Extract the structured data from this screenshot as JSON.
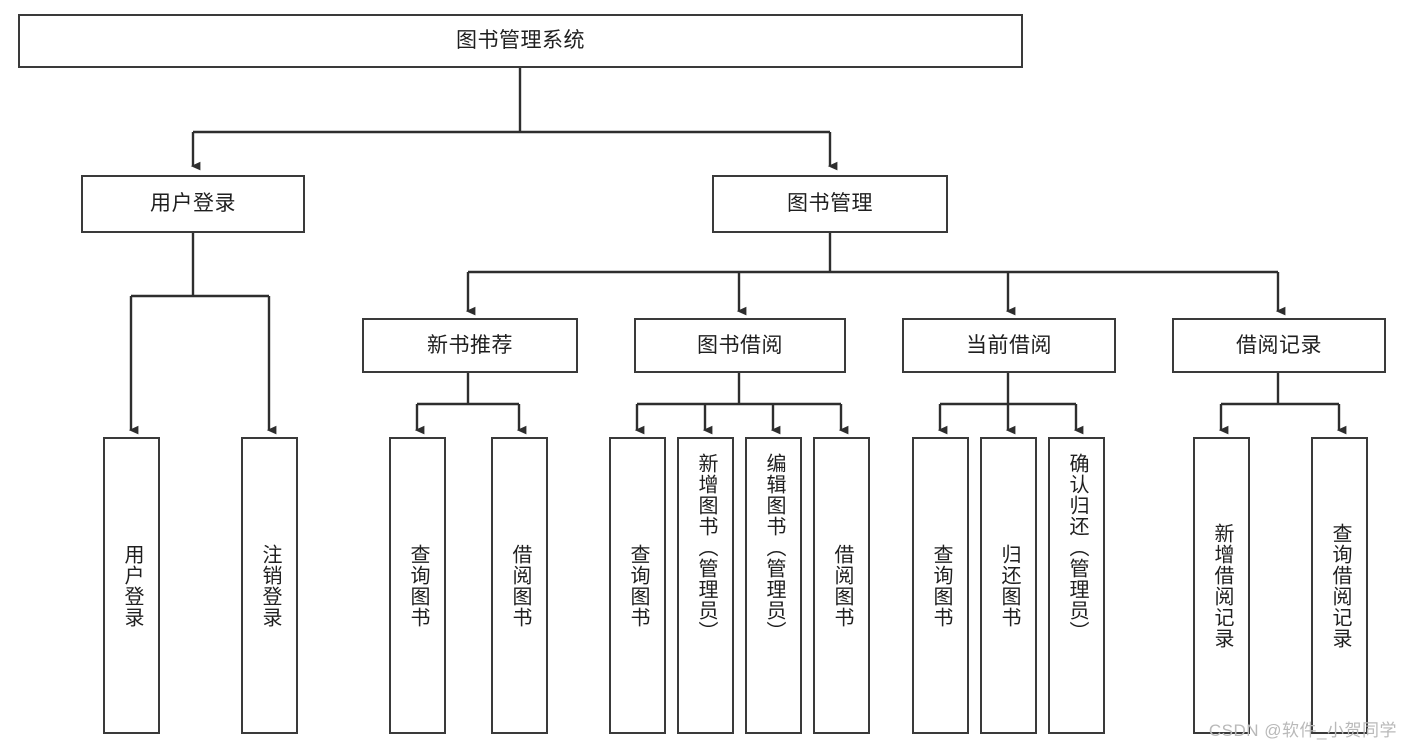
{
  "diagram": {
    "title": "图书管理系统",
    "type": "hierarchy-tree",
    "background_color": "#ffffff",
    "border_color": "#3a3a3a",
    "text_color": "#1f1f1f"
  },
  "root": {
    "label": "图书管理系统"
  },
  "level2": [
    {
      "label": "用户登录"
    },
    {
      "label": "图书管理"
    }
  ],
  "level3": [
    {
      "label": "新书推荐"
    },
    {
      "label": "图书借阅"
    },
    {
      "label": "当前借阅"
    },
    {
      "label": "借阅记录"
    }
  ],
  "leaves": {
    "user_login": [
      {
        "label": "用户登录"
      },
      {
        "label": "注销登录"
      }
    ],
    "new_book": [
      {
        "label": "查询图书"
      },
      {
        "label": "借阅图书"
      }
    ],
    "book_borrow": [
      {
        "label": "查询图书"
      },
      {
        "label": "新增图书（管理员）"
      },
      {
        "label": "编辑图书（管理员）"
      },
      {
        "label": "借阅图书"
      }
    ],
    "current_borrow": [
      {
        "label": "查询图书"
      },
      {
        "label": "归还图书"
      },
      {
        "label": "确认归还（管理员）"
      }
    ],
    "borrow_record": [
      {
        "label": "新增借阅记录"
      },
      {
        "label": "查询借阅记录"
      }
    ]
  },
  "watermark": {
    "text": "CSDN @软件_小贺同学"
  }
}
